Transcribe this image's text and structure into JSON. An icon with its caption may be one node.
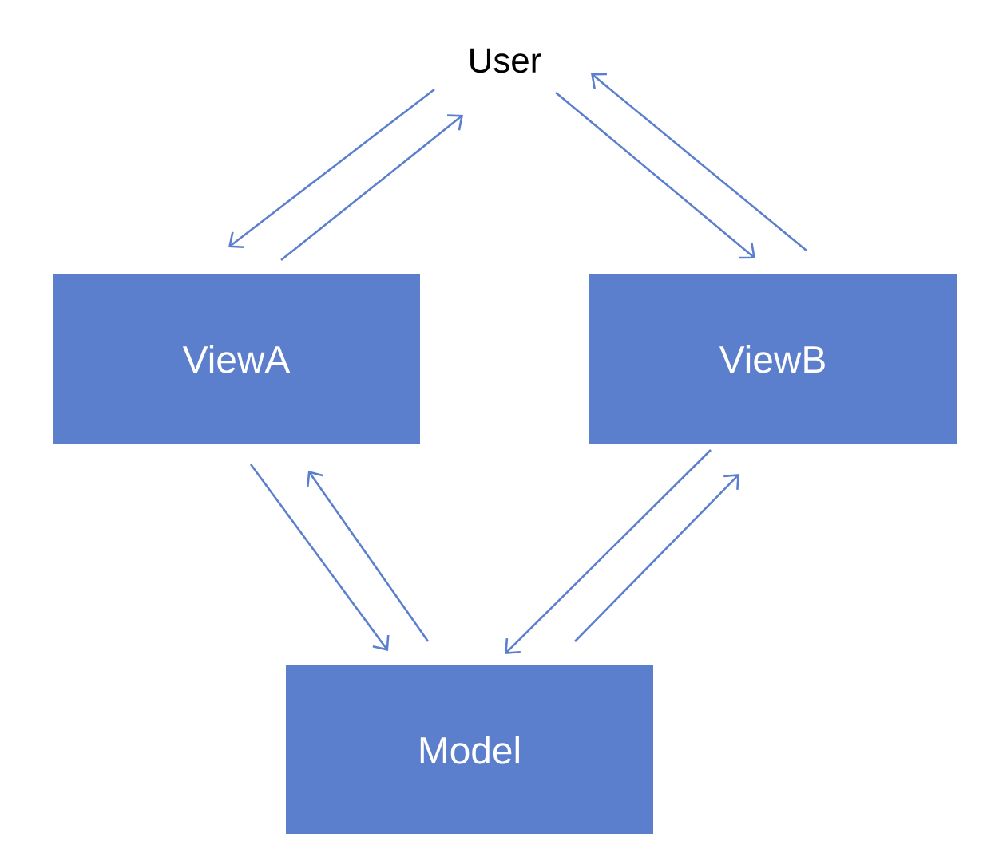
{
  "diagram": {
    "nodes": [
      {
        "text": [
          "User"
        ]
      },
      {
        "text": [
          "ViewA"
        ]
      },
      {
        "text": [
          "ViewB"
        ]
      },
      {
        "text": [
          "Model"
        ]
      }
    ],
    "edges": [
      {
        "from": 0,
        "to": 1,
        "arrow": "to"
      },
      {
        "from": 1,
        "to": 0,
        "arrow": "to"
      },
      {
        "from": 0,
        "to": 2,
        "arrow": "to"
      },
      {
        "from": 2,
        "to": 0,
        "arrow": "to"
      },
      {
        "from": 1,
        "to": 3,
        "arrow": "to"
      },
      {
        "from": 3,
        "to": 1,
        "arrow": "to"
      },
      {
        "from": 2,
        "to": 3,
        "arrow": "to"
      },
      {
        "from": 3,
        "to": 2,
        "arrow": "to"
      }
    ]
  }
}
